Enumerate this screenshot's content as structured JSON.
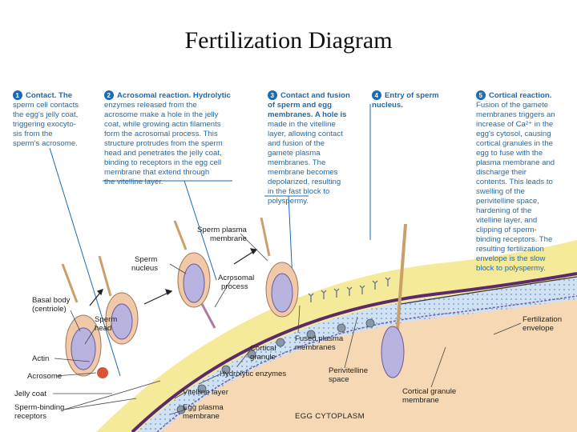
{
  "title": "Fertilization Diagram",
  "steps": [
    {
      "num": "1",
      "lines": [
        "Contact. The",
        "sperm cell contacts",
        "the egg's jelly coat,",
        "triggering exocyto-",
        "sis from the",
        "sperm's acrosome."
      ]
    },
    {
      "num": "2",
      "lines": [
        "Acrosomal reaction. Hydrolytic",
        "enzymes released from the",
        "acrosome make a hole in the jelly",
        "coat, while growing actin filaments",
        "form the acrosomal process. This",
        "structure protrudes from the sperm",
        "head and penetrates the jelly coat,",
        "binding to receptors in the egg cell",
        "membrane that extend through",
        "the vitelline layer."
      ]
    },
    {
      "num": "3",
      "lines": [
        "Contact and fusion",
        "of sperm and egg",
        "membranes. A hole is",
        "made in the vitelline",
        "layer, allowing contact",
        "and fusion of the",
        "gamete plasma",
        "membranes. The",
        "membrane becomes",
        "depolarized, resulting",
        "in the fast block to",
        "polyspermy."
      ]
    },
    {
      "num": "4",
      "lines": [
        "Entry of sperm",
        "nucleus."
      ]
    },
    {
      "num": "5",
      "lines": [
        "Cortical reaction.",
        "Fusion of the gamete",
        "membranes triggers an",
        "increase of Ca²⁺ in the",
        "egg's cytosol, causing",
        "cortical granules in the",
        "egg to fuse with the",
        "plasma membrane and",
        "discharge their",
        "contents. This leads to",
        "swelling of the",
        "perivitelline space,",
        "hardening of the",
        "vitelline layer, and",
        "clipping of sperm-",
        "binding receptors. The",
        "resulting fertilization",
        "envelope is the slow",
        "block to polyspermy."
      ]
    }
  ],
  "labels": {
    "sperm_plasma_membrane": [
      "Sperm plasma",
      "membrane"
    ],
    "sperm_nucleus": [
      "Sperm",
      "nucleus"
    ],
    "acrosomal_process": [
      "Acrosomal",
      "process"
    ],
    "basal_body": [
      "Basal body",
      "(centriole)"
    ],
    "sperm_head": [
      "Sperm",
      "head"
    ],
    "actin": "Actin",
    "acrosome": "Acrosome",
    "jelly_coat": "Jelly coat",
    "sperm_binding_receptors": [
      "Sperm-binding",
      "receptors"
    ],
    "cortical_granule": [
      "Cortical",
      "granule"
    ],
    "fused_plasma_membranes": [
      "Fused plasma",
      "membranes"
    ],
    "hydrolytic_enzymes": "Hydrolytic enzymes",
    "perivitelline_space": [
      "Perivitelline",
      "space"
    ],
    "vitelline_layer": "Vitelline layer",
    "egg_plasma_membrane": [
      "Egg plasma",
      "membrane"
    ],
    "cortical_granule_membrane": [
      "Cortical granule",
      "membrane"
    ],
    "egg_cytoplasm": "EGG CYTOPLASM",
    "fertilization_envelope": [
      "Fertilization",
      "envelope"
    ]
  },
  "colors": {
    "accent": "#1a6bb5",
    "jelly": "#f5e99a",
    "cytoplasm": "#f6d9b4",
    "membrane": "#5b2a6b",
    "sperm_head": "#b9b3e0",
    "acrosome": "#f2c9a8"
  }
}
